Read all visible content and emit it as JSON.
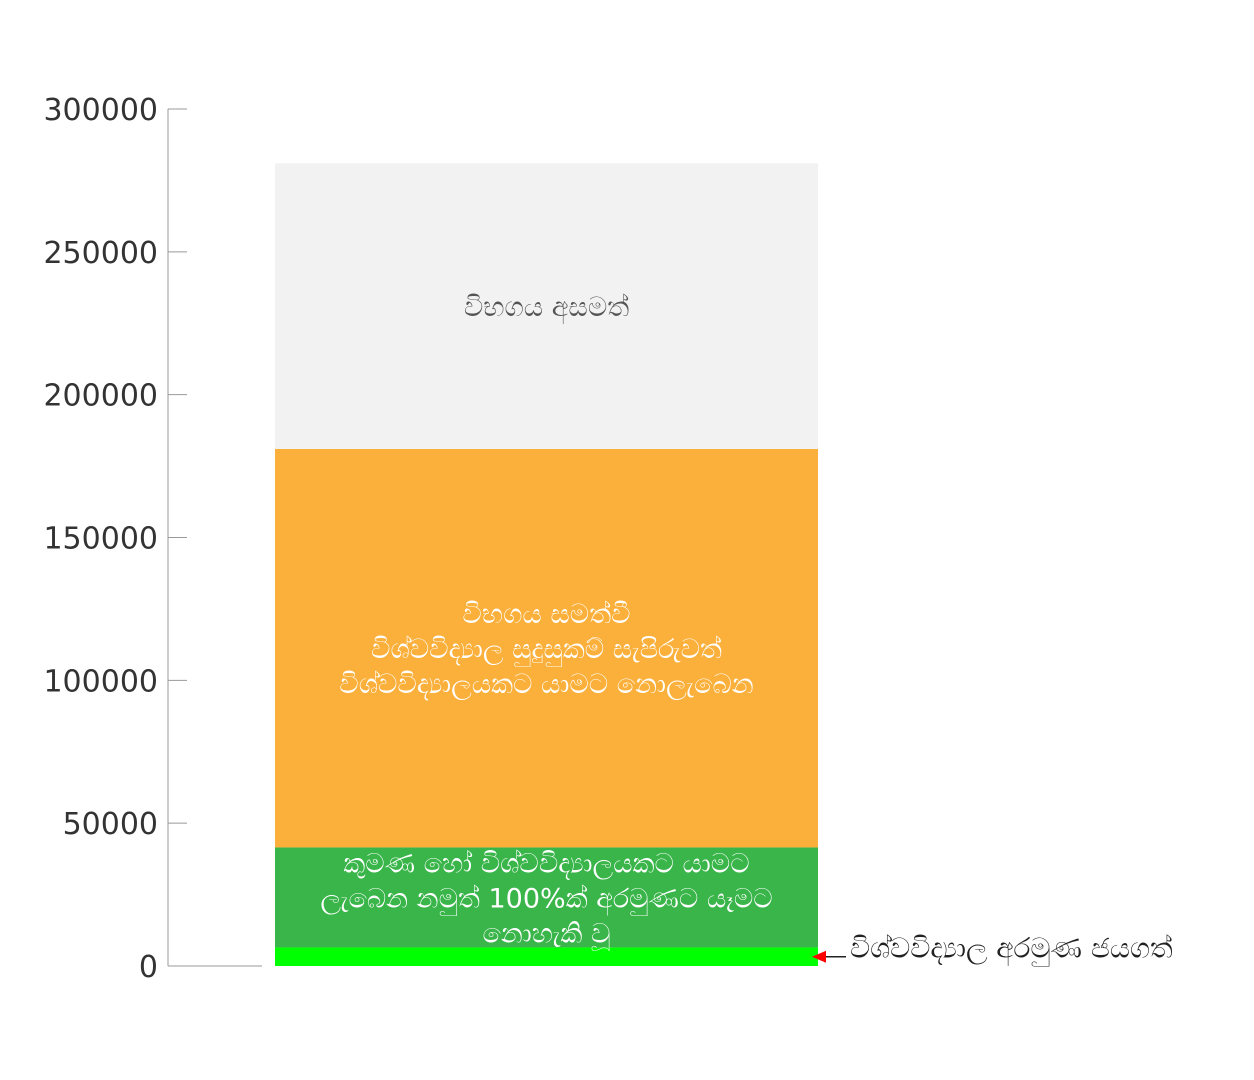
{
  "chart_data": {
    "type": "bar",
    "stacked": true,
    "categories": [
      ""
    ],
    "ylim": [
      0,
      300000
    ],
    "yticks": [
      0,
      50000,
      100000,
      150000,
      200000,
      250000,
      300000
    ],
    "grid": false,
    "series": [
      {
        "id": "university-target-achieved",
        "values": [
          6500
        ],
        "color": "#00ff00",
        "label_lines": [
          "විශ්වවිද්‍යාල අරමුණ ජයගත්"
        ],
        "label_color": "#222222",
        "label_position": "callout"
      },
      {
        "id": "eligible-target-not-achieved",
        "values": [
          35000
        ],
        "color": "#39b54a",
        "label_lines": [
          "කුමණ හෝ විශ්වවිද්‍යාලයකට යාමට",
          "ලැබෙන නමුත් 100%ක් අරමුණට යෑමට",
          "නොහැකි වූ"
        ],
        "label_color": "#ffffff",
        "label_position": "inside"
      },
      {
        "id": "passed-not-eligible",
        "values": [
          139500
        ],
        "color": "#fbb03b",
        "label_lines": [
          "විභගය සමත්වී",
          "විශ්වවිද්‍යාල සුදුසුකම් සැපිරුවත්",
          "විශ්වවිද්‍යාලයකට යාමට නොලැබෙන"
        ],
        "label_color": "#ffffff",
        "label_position": "inside"
      },
      {
        "id": "exam-failed",
        "values": [
          100000
        ],
        "color": "#f2f2f2",
        "label_lines": [
          "විභගය අසමත්"
        ],
        "label_color": "#555555",
        "label_position": "inside"
      }
    ],
    "callout_arrow_color": "#ff0000"
  }
}
